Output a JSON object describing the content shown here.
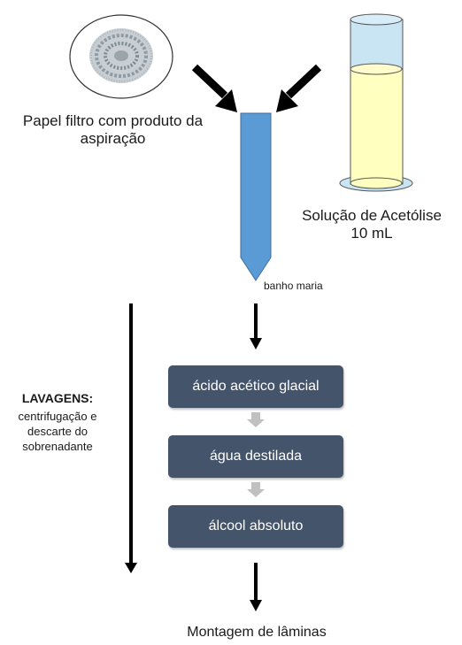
{
  "inputs": {
    "filter_paper_label": "Papel filtro com produto da aspiração",
    "acetolysis_label_line1": "Solução de Acetólise",
    "acetolysis_label_line2": "10 mL"
  },
  "process": {
    "water_bath_label": "banho maria"
  },
  "washes": {
    "title": "LAVAGENS:",
    "description": "centrifugação e descarte do sobrenadante"
  },
  "steps": [
    {
      "label": "ácido acético glacial"
    },
    {
      "label": "água destilada"
    },
    {
      "label": "álcool absoluto"
    }
  ],
  "output": {
    "label": "Montagem de lâminas"
  },
  "colors": {
    "step_box": "#44546a",
    "tube": "#5b9bd5",
    "liquid": "#ffffc0",
    "cylinder": "#c9e4f3",
    "arrow": "#000000",
    "small_arrow": "#c0c0c0"
  }
}
